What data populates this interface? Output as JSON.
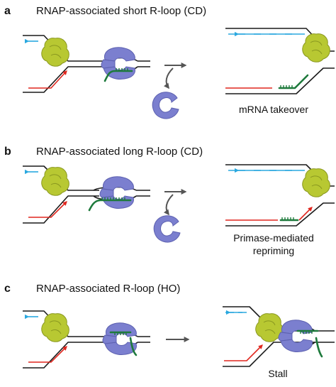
{
  "panels": [
    {
      "letter": "a",
      "title": "RNAP-associated short R-loop (CD)",
      "caption": [
        "mRNA takeover"
      ]
    },
    {
      "letter": "b",
      "title": "RNAP-associated long R-loop (CD)",
      "caption": [
        "Primase-mediated",
        "repriming"
      ]
    },
    {
      "letter": "c",
      "title": "RNAP-associated R-loop (HO)",
      "caption": [
        "Stall"
      ]
    }
  ],
  "colors": {
    "dna": "#1a1a1a",
    "leading_strand": "#e0261e",
    "okazaki_strand": "#2aa8df",
    "rna": "#1e7a3c",
    "helicase": "#b8c832",
    "rnap": "#7b7fcf",
    "arrow": "#555555"
  },
  "icons": [
    "helicase-icon",
    "rnap-icon",
    "released-rnap-icon",
    "reaction-arrow-icon"
  ]
}
